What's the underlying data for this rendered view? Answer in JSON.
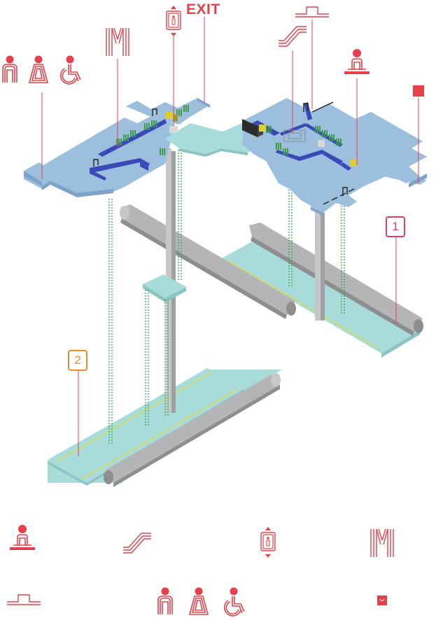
{
  "labels": {
    "exit": "EXIT",
    "platform_1": "1",
    "platform_2": "2"
  },
  "colors": {
    "floor": "#9dbfde",
    "floor_side": "#7ea3c6",
    "platform": "#a8dcda",
    "platform_side": "#8cc4c2",
    "pillar": "#c5c6c8",
    "pillar_dark": "#9fa0a2",
    "tube": "#b4b5b6",
    "tube_dark": "#8d8e8f",
    "barrier": "#3a49b8",
    "turnstile": "#3f9a4a",
    "escalator_dots": "#33aa44",
    "icon_red": "#e8404a",
    "platform_edge": "#e0d94a"
  },
  "icons": {
    "top_row": [
      "toilet-men-icon",
      "toilet-women-icon",
      "wheelchair-icon",
      "ticket-gate-icon",
      "elevator-icon",
      "escalator-icon",
      "ticket-counter-icon",
      "information-icon",
      "shop-icon"
    ],
    "legend_row_1": [
      "information-icon",
      "escalator-icon",
      "elevator-icon",
      "ticket-gate-icon"
    ],
    "legend_row_2": [
      "ticket-counter-icon",
      "toilet-men-icon",
      "toilet-women-icon",
      "wheelchair-icon",
      "shop-icon"
    ]
  }
}
